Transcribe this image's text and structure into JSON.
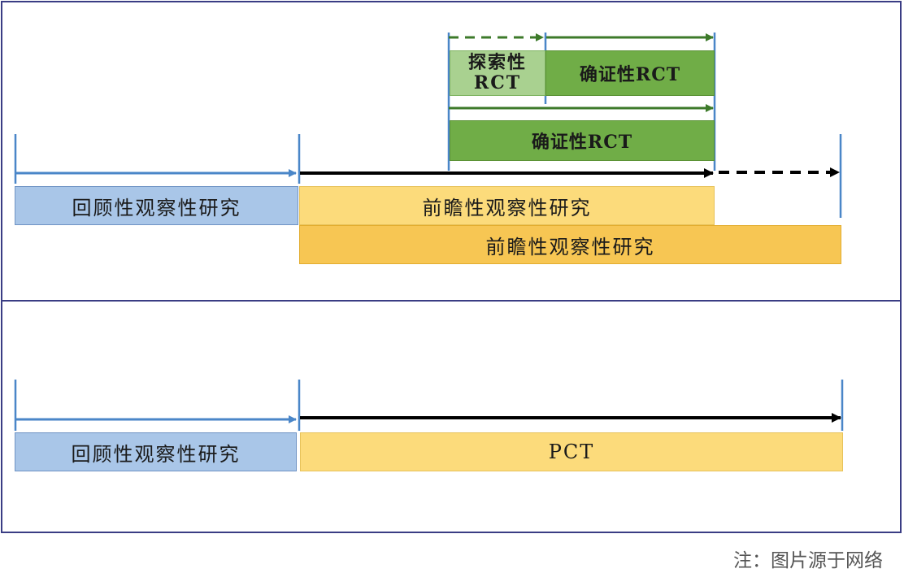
{
  "top_diagram": {
    "retrospective_label": "回顾性观察性研究",
    "prospective_label": "前瞻性观察性研究",
    "prospective_extended_label": "前瞻性观察性研究",
    "exploratory_rct_line1": "探索性",
    "exploratory_rct_line2": "RCT",
    "confirmatory_rct_upper_label": "确证性RCT",
    "confirmatory_rct_lower_label": "确证性RCT"
  },
  "bottom_diagram": {
    "retrospective_label": "回顾性观察性研究",
    "pct_label": "PCT"
  },
  "note": "注：图片源于网络",
  "colors": {
    "border": "#3a3d84",
    "retrospective": "#a9c6e8",
    "prospective": "#fcdb7b",
    "prospective_extended": "#f7c653",
    "exploratory_rct": "#a9d190",
    "confirmatory_rct": "#70ad47",
    "blue_arrow": "#4a86c8",
    "green_arrow": "#3d7a2a",
    "black_arrow": "#000000"
  }
}
